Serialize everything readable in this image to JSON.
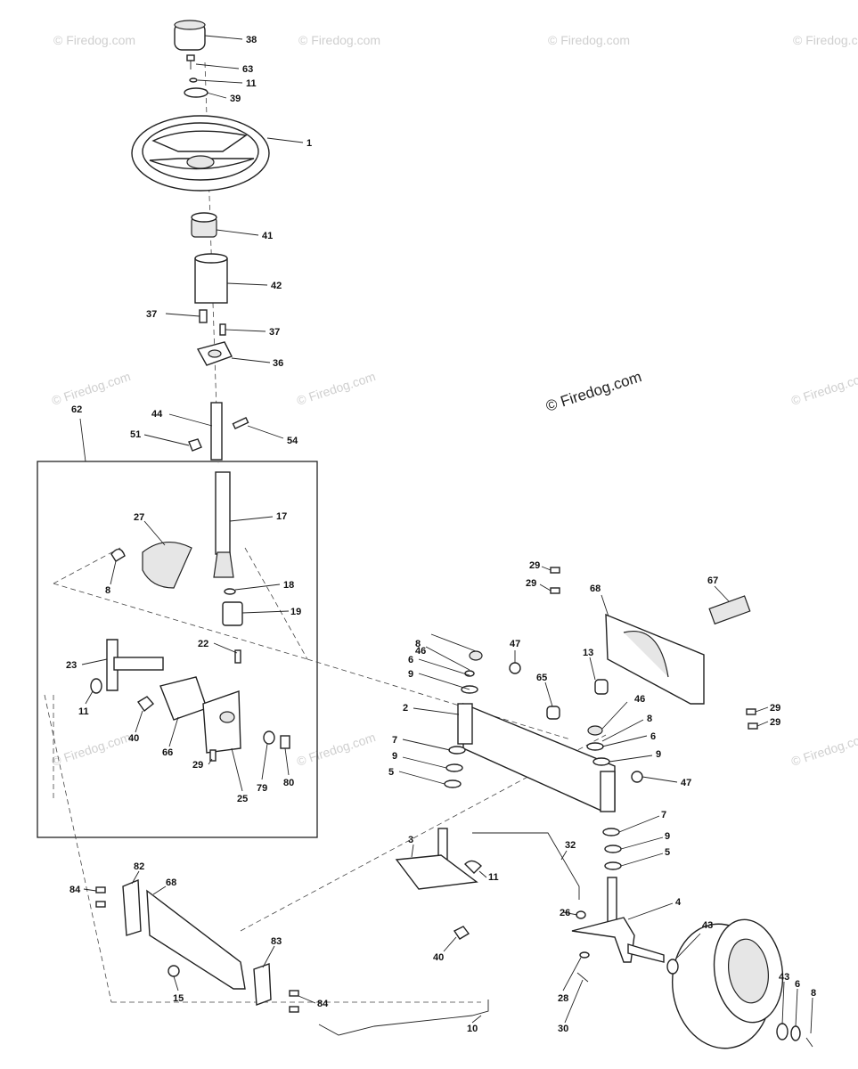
{
  "watermark": {
    "text": "© Firedog.com",
    "center_text": "© Firedog.com"
  },
  "callouts": [
    "38",
    "63",
    "11",
    "39",
    "1",
    "41",
    "42",
    "37",
    "37",
    "36",
    "62",
    "44",
    "51",
    "54",
    "17",
    "27",
    "8",
    "18",
    "19",
    "22",
    "23",
    "11",
    "40",
    "66",
    "29",
    "79",
    "80",
    "25",
    "29",
    "29",
    "68",
    "67",
    "46",
    "8",
    "6",
    "9",
    "47",
    "13",
    "65",
    "2",
    "29",
    "29",
    "46",
    "8",
    "6",
    "9",
    "7",
    "9",
    "5",
    "47",
    "7",
    "9",
    "5",
    "3",
    "11",
    "32",
    "4",
    "26",
    "40",
    "43",
    "43",
    "6",
    "8",
    "28",
    "30",
    "10",
    "82",
    "68",
    "84",
    "83",
    "84",
    "15"
  ]
}
